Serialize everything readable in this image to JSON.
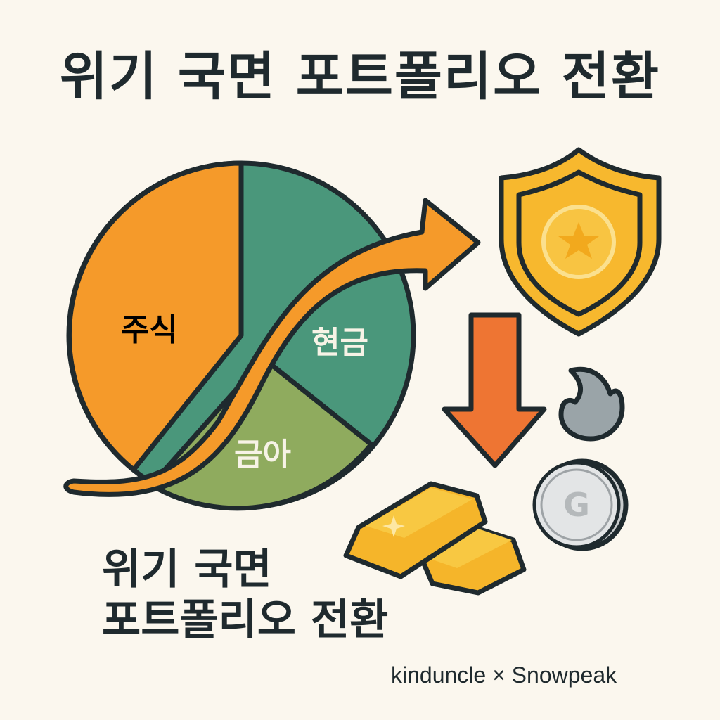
{
  "header": {
    "title": "위기 국면 포트폴리오 전환"
  },
  "pie": {
    "segments": [
      {
        "label": "주식",
        "color": "#f59a2a",
        "text_color": "#1f2a2e"
      },
      {
        "label": "현금",
        "color": "#4a977b",
        "text_color": "#f7f3e6"
      },
      {
        "label": "금아",
        "color": "#8fab5e",
        "text_color": "#f7f3e6"
      }
    ],
    "outline_color": "#1f2a2e"
  },
  "icons": [
    {
      "name": "shield-star-icon",
      "color": "#f7b82e"
    },
    {
      "name": "down-arrow-icon",
      "color": "#ee7533"
    },
    {
      "name": "flame-icon",
      "color": "#9aa4a8"
    },
    {
      "name": "gold-bars-icon",
      "color": "#f5b52a"
    },
    {
      "name": "silver-coin-icon",
      "color": "#d8dadb",
      "glyph": "G"
    }
  ],
  "subtitle": {
    "line1": "위기 국면",
    "line2": "포트폴리오 전환"
  },
  "footer": {
    "credit": "kinduncle × Snowpeak"
  },
  "colors": {
    "background": "#fbf7ee",
    "ink": "#1f2a2e",
    "arrow": "#f59a2a"
  }
}
